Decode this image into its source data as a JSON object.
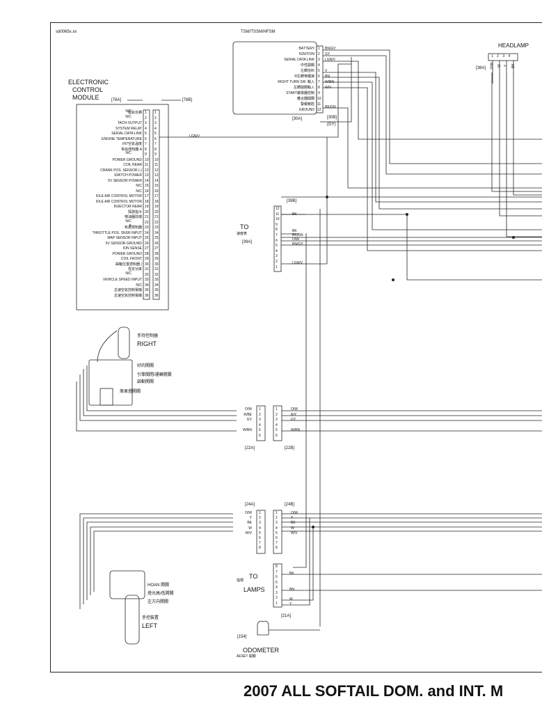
{
  "doc": {
    "id": "sd0065x.xx",
    "model_label": "TSM/TSSM/HFSM",
    "footer": "2007 ALL SOFTAIL DOM. and INT. M"
  },
  "tsm": {
    "pins": [
      {
        "n": "1",
        "label": "BATTERY",
        "wire": "BN/GY"
      },
      {
        "n": "2",
        "label": "IGNITION",
        "wire": "GY"
      },
      {
        "n": "3",
        "label": "SERIAL DATA LINK",
        "wire": "LGN/V"
      },
      {
        "n": "4",
        "label": "中性開關",
        "wire": ""
      },
      {
        "n": "5",
        "label": "左轉信料",
        "wire": "V"
      },
      {
        "n": "6",
        "label": "R右轉彎鐵接",
        "wire": "BN"
      },
      {
        "n": "7",
        "label": "RIGHT TURN SW. 輸入",
        "wire": "W/BN"
      },
      {
        "n": "8",
        "label": "左轉開關輸入",
        "wire": "W/V"
      },
      {
        "n": "9",
        "label": "START繼電器控制",
        "wire": ""
      },
      {
        "n": "10",
        "label": "離合器開關",
        "wire": ""
      },
      {
        "n": "11",
        "label": "警報鎖匙",
        "wire": ""
      },
      {
        "n": "12",
        "label": "GROUND",
        "wire": "BK/GN"
      }
    ],
    "ref_a": "[30A]",
    "ref_b": "[30B]",
    "ref_b_sub": "(GY)"
  },
  "headlamp": {
    "title": "HEADLAMP",
    "pins": "1 2 3 4",
    "ref": "[38A]",
    "wires": [
      "O/W",
      "W",
      "Y",
      "BK"
    ]
  },
  "ecm": {
    "title1": "ELECTRONIC",
    "title2": "CONTROL",
    "title3": "MODULE",
    "ref_a": "[78A]",
    "ref_b": "[78B]",
    "lgn_wire": "LGN/V",
    "pins": [
      {
        "n": "1",
        "label": "廢氣反饋",
        "sub": "N/C"
      },
      {
        "n": "2",
        "label": "",
        "sub": "N/C"
      },
      {
        "n": "3",
        "label": "TACH OUTPUT",
        "sub": ""
      },
      {
        "n": "4",
        "label": "SYSTEM RELAY",
        "sub": ""
      },
      {
        "n": "5",
        "label": "SERIAL DATA LINK",
        "sub": ""
      },
      {
        "n": "6",
        "label": "ENGINE TEMPERATURE",
        "sub": ""
      },
      {
        "n": "7",
        "label": "INT空氣溫度",
        "sub": ""
      },
      {
        "n": "8",
        "label": "氧氣感知器 A",
        "sub": ""
      },
      {
        "n": "9",
        "label": "",
        "sub": "N/C"
      },
      {
        "n": "10",
        "label": "POWER GROUND",
        "sub": ""
      },
      {
        "n": "11",
        "label": "COIL REAR",
        "sub": ""
      },
      {
        "n": "12",
        "label": "CRANK POS. SENSOR (-)",
        "sub": ""
      },
      {
        "n": "13",
        "label": "SWITCH POWER",
        "sub": ""
      },
      {
        "n": "14",
        "label": "5V SENSOR POWER",
        "sub": ""
      },
      {
        "n": "15",
        "label": "N/C",
        "sub": ""
      },
      {
        "n": "16",
        "label": "N/C",
        "sub": ""
      },
      {
        "n": "17",
        "label": "IDLE AIR CONTROL MOTOR",
        "sub": ""
      },
      {
        "n": "18",
        "label": "IDLE AIR CONTROL MOTOR",
        "sub": ""
      },
      {
        "n": "19",
        "label": "INJECTOR REAR",
        "sub": ""
      },
      {
        "n": "20",
        "label": "探測指令",
        "sub": ""
      },
      {
        "n": "21",
        "label": "噴油器前端",
        "sub": ""
      },
      {
        "n": "22",
        "label": "",
        "sub": "N/C"
      },
      {
        "n": "23",
        "label": "氧氣感知器",
        "sub": "B"
      },
      {
        "n": "24",
        "label": "THROTTLE POS. SNSR INPUT",
        "sub": ""
      },
      {
        "n": "25",
        "label": "MAP SENSOR INPUT",
        "sub": ""
      },
      {
        "n": "26",
        "label": "5V SENSOR GROUND",
        "sub": ""
      },
      {
        "n": "27",
        "label": "ION SENSE",
        "sub": ""
      },
      {
        "n": "28",
        "label": "POWER GROUND",
        "sub": ""
      },
      {
        "n": "29",
        "label": "COIL FRONT",
        "sub": ""
      },
      {
        "n": "30",
        "label": "曲軸位置感知器 (",
        "sub": ""
      },
      {
        "n": "31",
        "label": "恆定功率",
        "sub": ""
      },
      {
        "n": "32",
        "label": "",
        "sub": "N/C"
      },
      {
        "n": "33",
        "label": "VEHICLE SPEED INPUT",
        "sub": ""
      },
      {
        "n": "34",
        "label": "N/C",
        "sub": ""
      },
      {
        "n": "35",
        "label": "怠速空氣控制電機",
        "sub": ""
      },
      {
        "n": "36",
        "label": "怠速空氣控制電機",
        "sub": ""
      }
    ]
  },
  "speedo": {
    "to": "TO",
    "name": "速度表",
    "ref_a": "[39A]",
    "ref_b": "[39B]",
    "pins": [
      "12",
      "11",
      "10",
      "9",
      "8",
      "7",
      "6",
      "5",
      "4",
      "3",
      "2",
      "1"
    ],
    "wires": [
      {
        "pin": "11",
        "wire": "BK"
      },
      {
        "pin": "8",
        "wire": "BK"
      },
      {
        "pin": "7",
        "wire": "BK/GN"
      },
      {
        "pin": "6",
        "wire": "O/W"
      },
      {
        "pin": "5",
        "wire": "BN/GY"
      },
      {
        "pin": "2",
        "wire": "LGN/V"
      }
    ]
  },
  "right_ctrl": {
    "name": "手持控制器",
    "side": "RIGHT",
    "sw1": "好的開關",
    "sw2": "引擎關閉/運轉開關",
    "sw3": "啟動開關",
    "sw4": "煞車燈開關"
  },
  "conn22": {
    "ref_a": "[22A]",
    "ref_b": "[22B]",
    "left_wires": [
      "O/W",
      "R/BE",
      "GY",
      "",
      "W/BN",
      ""
    ],
    "right_wires": [
      "O/W",
      "R/Y",
      "GY",
      "",
      "W/BN",
      ""
    ],
    "pins": [
      "1",
      "2",
      "3",
      "4",
      "5",
      "6"
    ]
  },
  "conn24": {
    "ref_a": "[24A]",
    "ref_b": "[24B]",
    "left_wires": [
      "O/W",
      "Y",
      "BE",
      "W",
      "W/V",
      "",
      "",
      ""
    ],
    "right_wires": [
      "O/W",
      "Y",
      "BE",
      "W",
      "W/V",
      "",
      "",
      ""
    ],
    "pins": [
      "1",
      "2",
      "3",
      "4",
      "5",
      "6",
      "7",
      "8"
    ]
  },
  "left_ctrl": {
    "sw1": "HOAN 開關",
    "sw2": "燈光高/低開關",
    "sw3": "左方向開關",
    "name": "手控裝置",
    "side": "LEFT"
  },
  "lamps": {
    "to": "TO",
    "name": "指標",
    "name2": "LAMPS",
    "ref": "[21A]",
    "pins": [
      "8",
      "7",
      "6",
      "5",
      "4",
      "3",
      "2",
      "1"
    ],
    "wires": [
      {
        "pin": "7",
        "wire": "BK"
      },
      {
        "pin": "4",
        "wire": "BN"
      },
      {
        "pin": "2",
        "wire": "W"
      },
      {
        "pin": "1",
        "wire": "Y"
      }
    ]
  },
  "odometer": {
    "ref": "[154]",
    "name": "ODOMETER",
    "sub": "AESET 開關"
  }
}
